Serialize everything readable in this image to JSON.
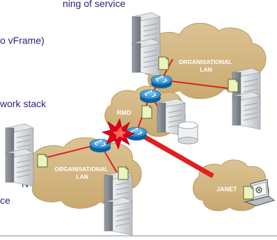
{
  "text_fragments": {
    "line1": "ning of service",
    "line2": "o vFrame)",
    "line3": "work stack",
    "line4": "N",
    "line5": "ce"
  },
  "clouds": {
    "org_top": "ORGANISATIONAL\nLAN",
    "rmd": "RMD",
    "org_bottom": "ORGANISATIONAL\nLAN",
    "janet": "JANET"
  },
  "colors": {
    "text": "#2b1f7a",
    "cloud": "#d3b686",
    "link": "#e02020",
    "router": "#1e8fd8",
    "server": "#c9cdd1",
    "explosion": "#e0001a",
    "doc": "#e9f4bf"
  },
  "icons": [
    "server-icon",
    "router-icon",
    "document-icon",
    "storage-disk-icon",
    "laptop-icon",
    "explosion-icon"
  ]
}
